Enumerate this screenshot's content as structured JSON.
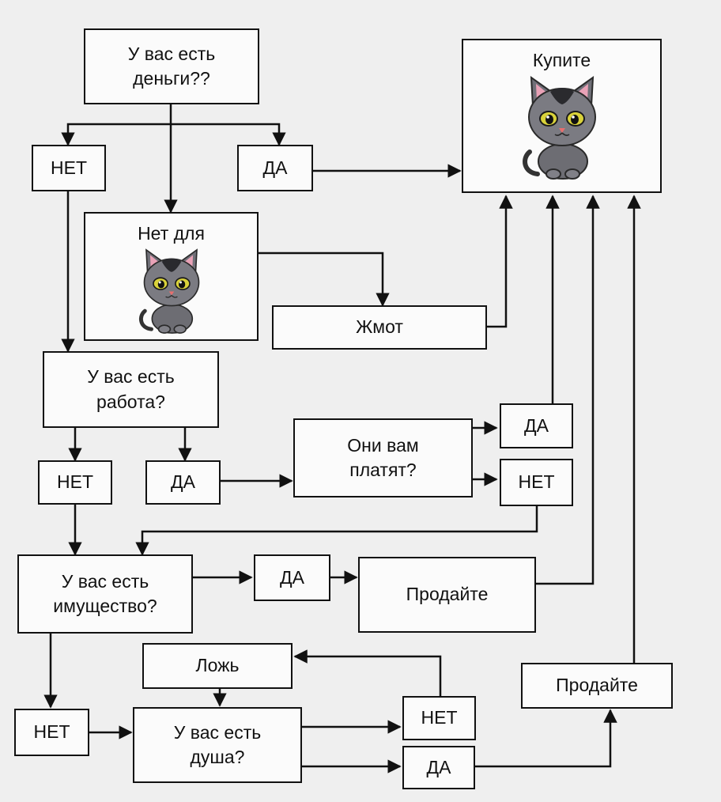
{
  "nodes": {
    "q_money": "У вас есть\nденьги??",
    "money_no": "НЕТ",
    "money_yes": "ДА",
    "buy": "Купите",
    "not_for_cat": "Нет для",
    "miser": "Жмот",
    "q_job": "У вас есть\nработа?",
    "job_no": "НЕТ",
    "job_yes": "ДА",
    "q_paid": "Они вам\nплатят?",
    "paid_yes": "ДА",
    "paid_no": "НЕТ",
    "q_property": "У вас есть\nимущество?",
    "property_yes": "ДА",
    "sell_property": "Продайте",
    "lie": "Ложь",
    "sell_soul": "Продайте",
    "property_no": "НЕТ",
    "q_soul": "У вас есть\nдуша?",
    "soul_no": "НЕТ",
    "soul_yes": "ДА"
  },
  "icons": {
    "cat": "cat-icon"
  },
  "colors": {
    "line": "#111111",
    "box_border": "#111111",
    "background": "#efefef"
  }
}
